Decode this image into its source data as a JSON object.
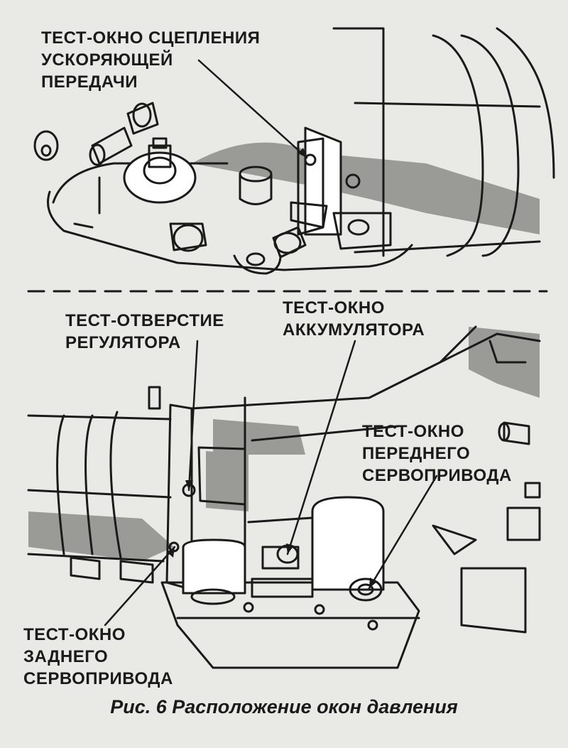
{
  "labels": {
    "overdrive_clutch": [
      "ТЕСТ-ОКНО СЦЕПЛЕНИЯ",
      "УСКОРЯЮЩЕЙ",
      "ПЕРЕДАЧИ"
    ],
    "governor": [
      "ТЕСТ-ОТВЕРСТИЕ",
      "РЕГУЛЯТОРА"
    ],
    "accumulator": [
      "ТЕСТ-ОКНО",
      "АККУМУЛЯТОРА"
    ],
    "front_servo": [
      "ТЕСТ-ОКНО",
      "ПЕРЕДНЕГО",
      "СЕРВОПРИВОДА"
    ],
    "rear_servo": [
      "ТЕСТ-ОКНО",
      "ЗАДНЕГО",
      "СЕРВОПРИВОДА"
    ]
  },
  "caption": "Рис. 6 Расположение окон давления",
  "colors": {
    "paper": "#e9e9e6",
    "ink": "#1a1a1a",
    "shade": "#9a9a96"
  }
}
